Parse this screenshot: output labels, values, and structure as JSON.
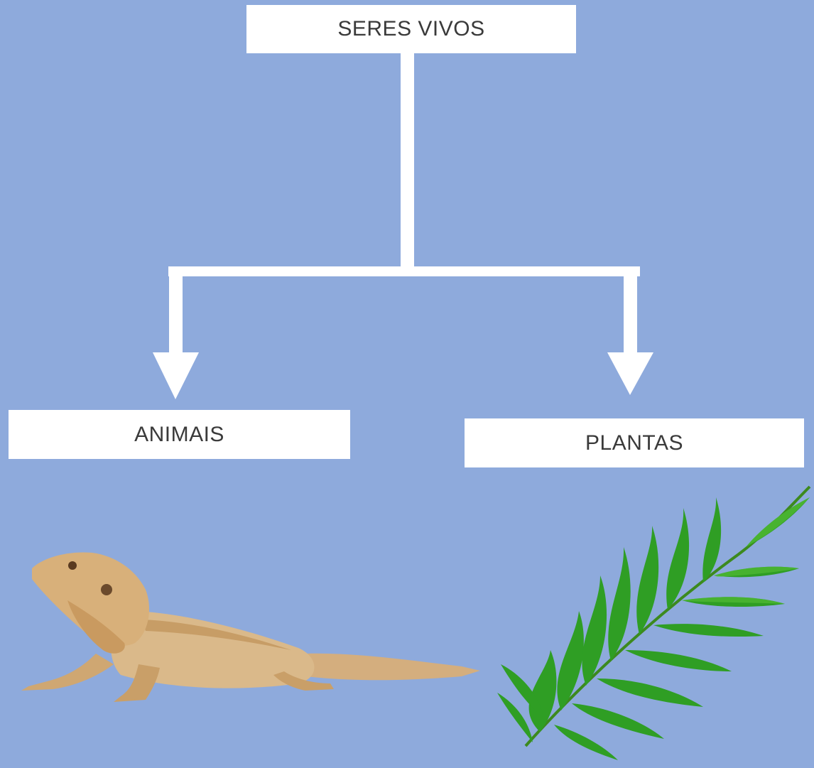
{
  "diagram": {
    "root": {
      "label": "SERES VIVOS"
    },
    "children": [
      {
        "label": "ANIMAIS",
        "illustration": "bearded-dragon-lizard"
      },
      {
        "label": "PLANTAS",
        "illustration": "palm-leaf"
      }
    ]
  },
  "colors": {
    "background": "#8eaadc",
    "node_fill": "#ffffff",
    "connector": "#ffffff",
    "text": "#3a3a3a"
  }
}
